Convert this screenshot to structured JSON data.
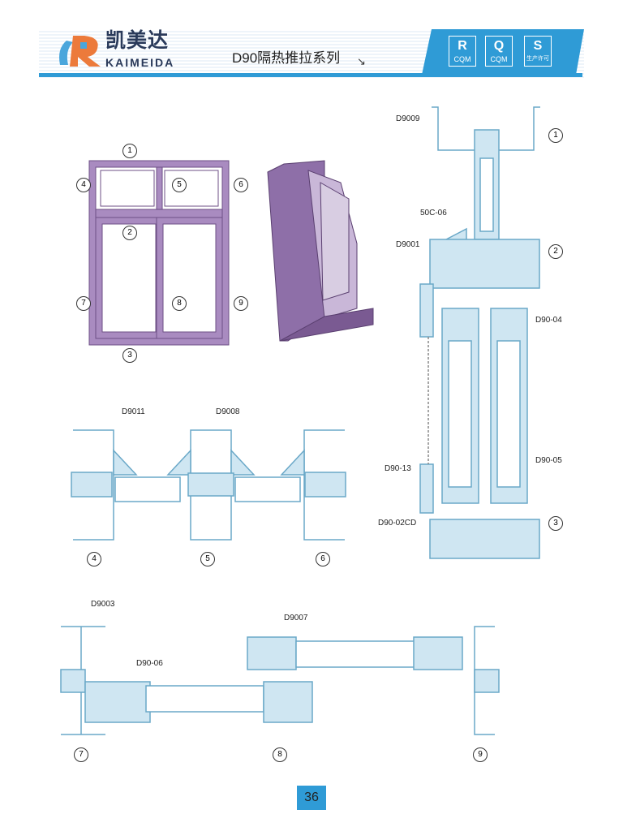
{
  "header": {
    "brand_cn": "凯美达",
    "brand_en": "KAIMEIDA",
    "series_title": "D90隔热推拉系列",
    "arrow": "↘",
    "certs": [
      {
        "mark": "R",
        "text": "CQM"
      },
      {
        "mark": "Q",
        "text": "CQM"
      },
      {
        "mark": "S",
        "text": "生产许可"
      }
    ]
  },
  "elevation": {
    "markers": [
      "1",
      "2",
      "3",
      "4",
      "5",
      "6",
      "7",
      "8",
      "9"
    ]
  },
  "vertical_section": {
    "labels": {
      "d9009": "D9009",
      "c06": "50C-06",
      "d9001": "D9001",
      "d9004": "D90-04",
      "d9013": "D90-13",
      "d9005": "D90-05",
      "d9002cd": "D90-02CD"
    },
    "markers": [
      "1",
      "2",
      "3"
    ]
  },
  "horizontal_top": {
    "labels": {
      "d9011": "D9011",
      "d9008": "D9008"
    },
    "markers": [
      "4",
      "5",
      "6"
    ]
  },
  "horizontal_bottom": {
    "labels": {
      "d9003": "D9003",
      "d9007": "D9007",
      "d9006": "D90-06"
    },
    "markers": [
      "7",
      "8",
      "9"
    ]
  },
  "page_number": "36",
  "colors": {
    "accent": "#2f9bd6",
    "frame": "#a98bc0",
    "profile": "#a9d3e8"
  }
}
